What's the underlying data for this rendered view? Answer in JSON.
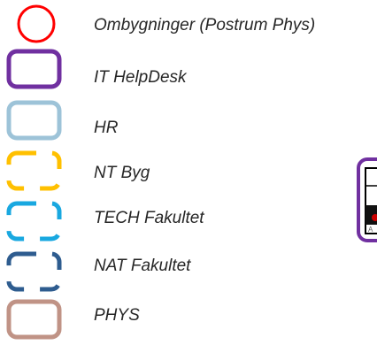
{
  "legend": {
    "items": [
      {
        "label": "Ombygninger  (Postrum Phys)",
        "shape": "circle",
        "color": "#ff0000",
        "line": "solid"
      },
      {
        "label": "IT HelpDesk",
        "shape": "rounded-rect",
        "color": "#7030a0",
        "line": "solid"
      },
      {
        "label": "HR",
        "shape": "rounded-rect",
        "color": "#9dc3d8",
        "line": "solid"
      },
      {
        "label": "NT Byg",
        "shape": "rounded-rect",
        "color": "#ffc000",
        "line": "dashed"
      },
      {
        "label": "TECH Fakultet",
        "shape": "rounded-rect",
        "color": "#19a8e0",
        "line": "dashed"
      },
      {
        "label": "NAT Fakultet",
        "shape": "rounded-rect",
        "color": "#2e5c8f",
        "line": "dashed"
      },
      {
        "label": "PHYS",
        "shape": "rounded-rect",
        "color": "#c09386",
        "line": "solid"
      }
    ]
  },
  "floorplan_fragment": {
    "outline_color": "#7030a0",
    "icon": "floorplan-room-icon"
  }
}
